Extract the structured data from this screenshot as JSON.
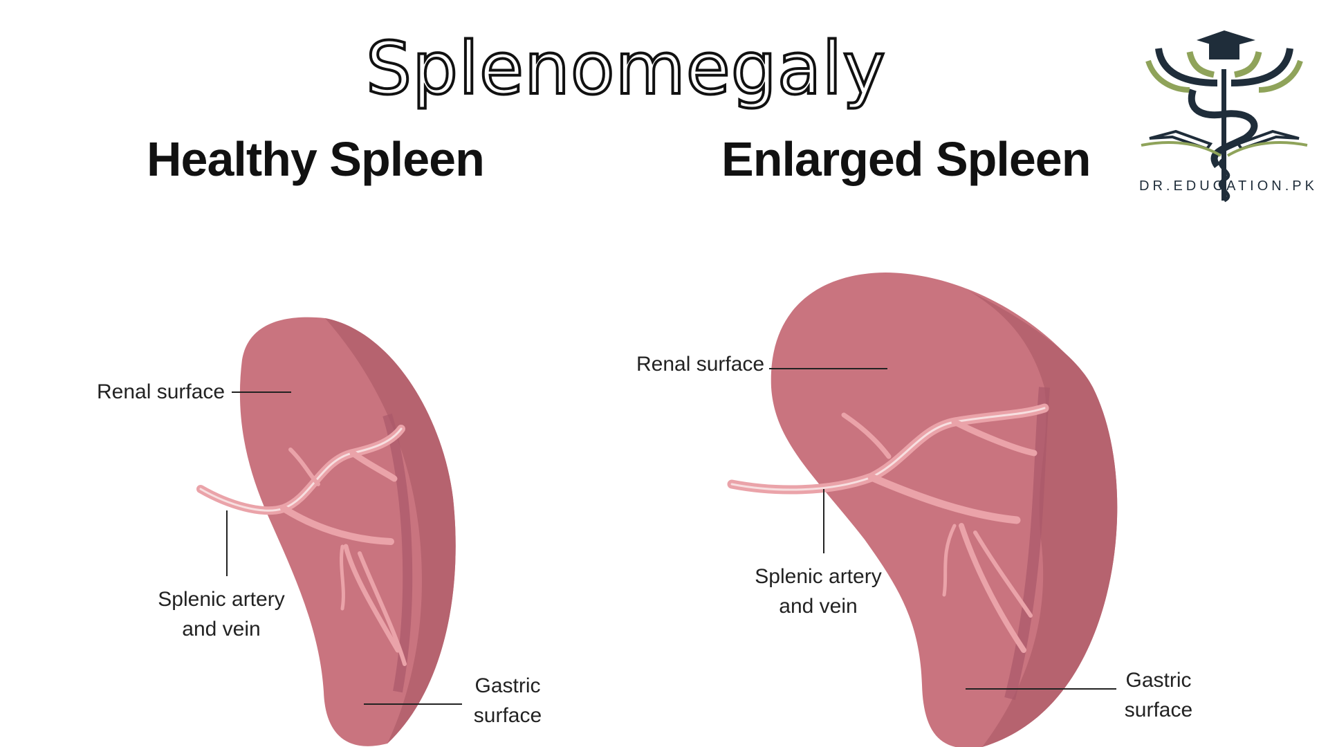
{
  "title": "Splenomegaly",
  "panels": [
    {
      "heading": "Healthy Spleen",
      "labels": {
        "renal": "Renal surface",
        "artery_line1": "Splenic artery",
        "artery_line2": "and vein",
        "gastric_line1": "Gastric",
        "gastric_line2": "surface"
      }
    },
    {
      "heading": "Enlarged Spleen",
      "labels": {
        "renal": "Renal surface",
        "artery_line1": "Splenic artery",
        "artery_line2": "and vein",
        "gastric_line1": "Gastric",
        "gastric_line2": "surface"
      }
    }
  ],
  "logo": {
    "text": "DR.EDUCATION.PK",
    "colors": {
      "navy": "#1f2d3a",
      "green": "#8fa35a"
    }
  },
  "colors": {
    "spleen": "#c9747f",
    "spleen_dark": "#a9596a",
    "vessel": "#eaa3a9"
  }
}
